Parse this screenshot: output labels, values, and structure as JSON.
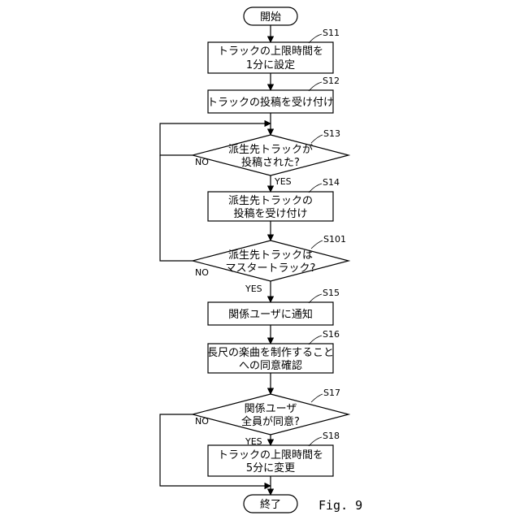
{
  "start": {
    "label": "開始"
  },
  "end": {
    "label": "終了"
  },
  "steps": [
    {
      "id": "S11",
      "lines": [
        "トラックの上限時間を",
        "1分に設定"
      ]
    },
    {
      "id": "S12",
      "lines": [
        "トラックの投稿を受け付け"
      ]
    },
    {
      "id": "S13",
      "lines": [
        "派生先トラックが",
        "投稿された?"
      ]
    },
    {
      "id": "S14",
      "lines": [
        "派生先トラックの",
        "投稿を受け付け"
      ]
    },
    {
      "id": "S101",
      "lines": [
        "派生先トラックは",
        "マスタートラック?"
      ]
    },
    {
      "id": "S15",
      "lines": [
        "関係ユーザに通知"
      ]
    },
    {
      "id": "S16",
      "lines": [
        "長尺の楽曲を制作すること",
        "への同意確認"
      ]
    },
    {
      "id": "S17",
      "lines": [
        "関係ユーザ",
        "全員が同意?"
      ]
    },
    {
      "id": "S18",
      "lines": [
        "トラックの上限時間を",
        "5分に変更"
      ]
    }
  ],
  "branches": {
    "yes": "YES",
    "no": "NO"
  },
  "figure_label": "Fig. 9"
}
